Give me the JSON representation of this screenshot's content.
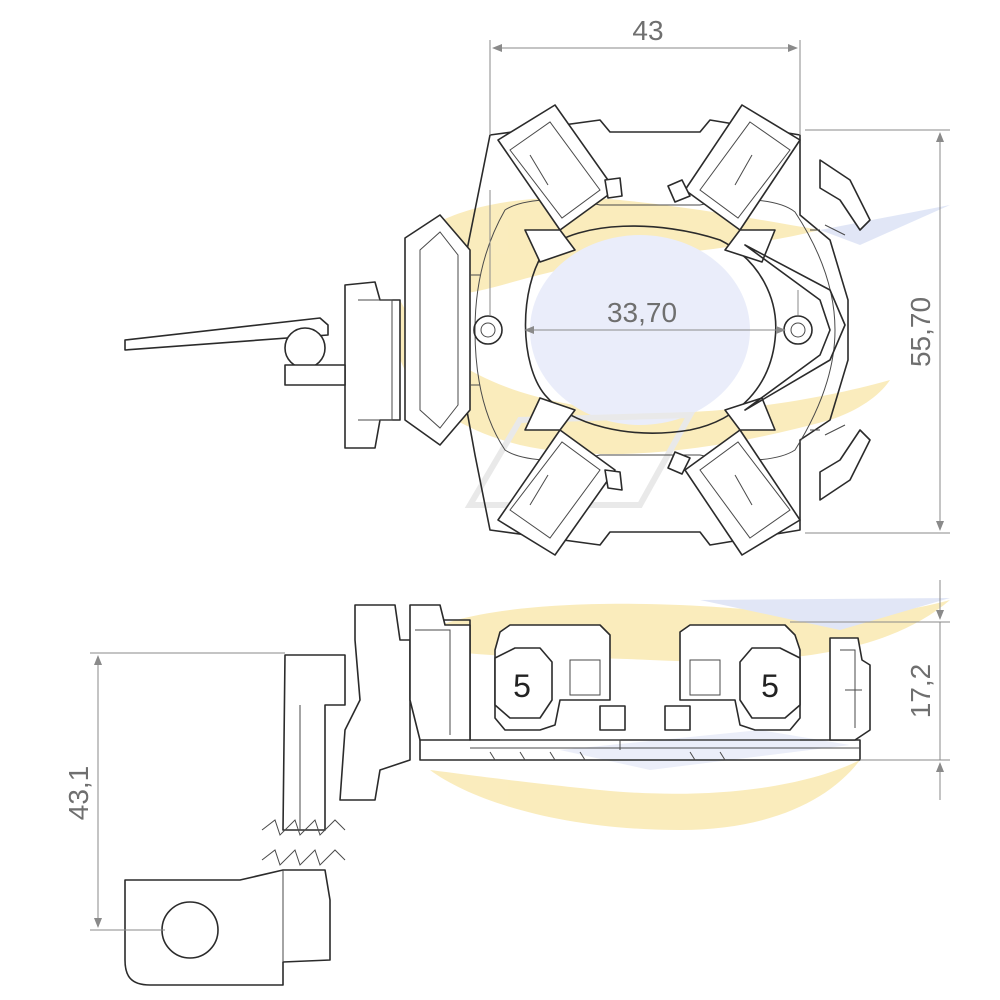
{
  "dimensions": {
    "top_width": "43",
    "inner_spacing": "33,70",
    "height_right": "55,70",
    "side_height": "17,2",
    "side_length": "43,1"
  },
  "side_view": {
    "brush_mark_left": "5",
    "brush_mark_right": "5"
  },
  "colors": {
    "line": "#2b2b2b",
    "dimension": "#8a8a8a",
    "watermark_yellow": "#f2d36b",
    "watermark_blue": "#b8c6ea"
  }
}
